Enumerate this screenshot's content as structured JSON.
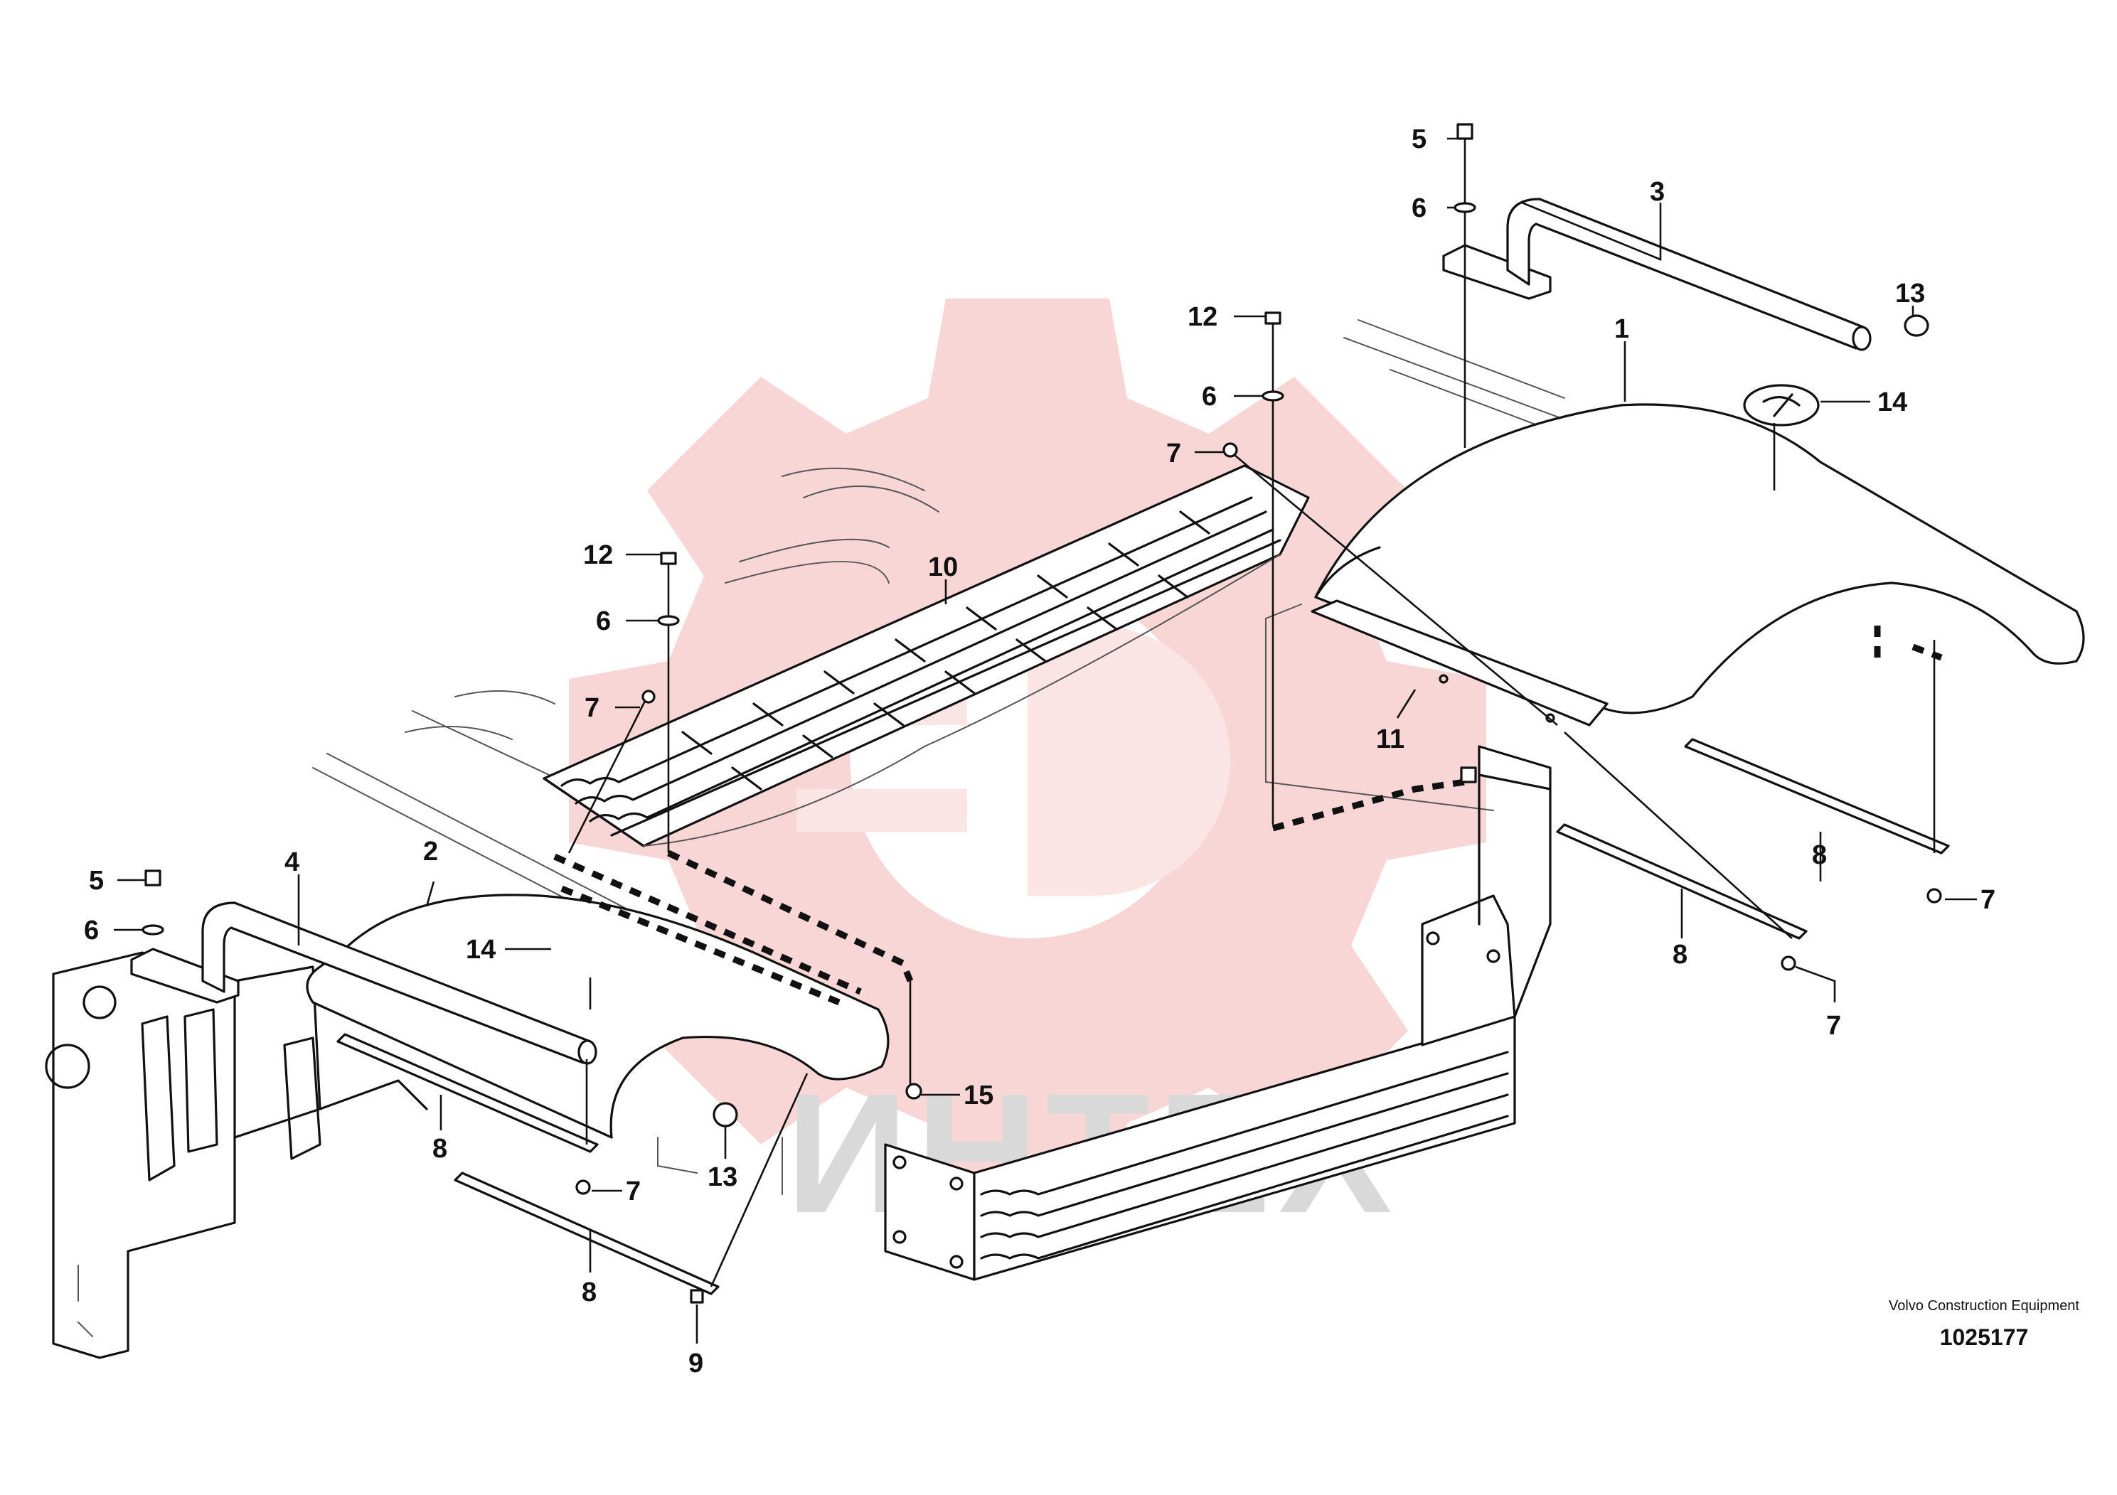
{
  "watermark": {
    "text": "ИНТЕХ",
    "gear_color": "#f9d6d6",
    "text_color": "#d9d9d9"
  },
  "caption": {
    "maker": "Volvo Construction Equipment",
    "number": "1025177"
  },
  "callouts": [
    {
      "label": "1",
      "name": "right-fender"
    },
    {
      "label": "2",
      "name": "left-fender"
    },
    {
      "label": "3",
      "name": "right-handrail"
    },
    {
      "label": "4",
      "name": "left-handrail"
    },
    {
      "label": "5",
      "name": "bolt-right"
    },
    {
      "label": "6",
      "name": "washer-right"
    },
    {
      "label": "12",
      "name": "screw-center"
    },
    {
      "label": "6",
      "name": "washer-center"
    },
    {
      "label": "7",
      "name": "screw-center"
    },
    {
      "label": "13",
      "name": "plug-right"
    },
    {
      "label": "14",
      "name": "cover-right"
    },
    {
      "label": "12",
      "name": "screw-left"
    },
    {
      "label": "6",
      "name": "washer-left"
    },
    {
      "label": "10",
      "name": "step-tread"
    },
    {
      "label": "7",
      "name": "screw-left"
    },
    {
      "label": "11",
      "name": "bracket"
    },
    {
      "label": "5",
      "name": "bolt-left"
    },
    {
      "label": "6",
      "name": "washer-left-rail"
    },
    {
      "label": "14",
      "name": "cover-left"
    },
    {
      "label": "8",
      "name": "strap-right"
    },
    {
      "label": "7",
      "name": "screw-right-strap"
    },
    {
      "label": "8",
      "name": "strap-center"
    },
    {
      "label": "7",
      "name": "screw-center-strap"
    },
    {
      "label": "15",
      "name": "nut"
    },
    {
      "label": "8",
      "name": "strap-left"
    },
    {
      "label": "13",
      "name": "plug-left"
    },
    {
      "label": "7",
      "name": "screw-left-strap"
    },
    {
      "label": "8",
      "name": "cable-tie-strap"
    },
    {
      "label": "9",
      "name": "cable-tie"
    }
  ]
}
